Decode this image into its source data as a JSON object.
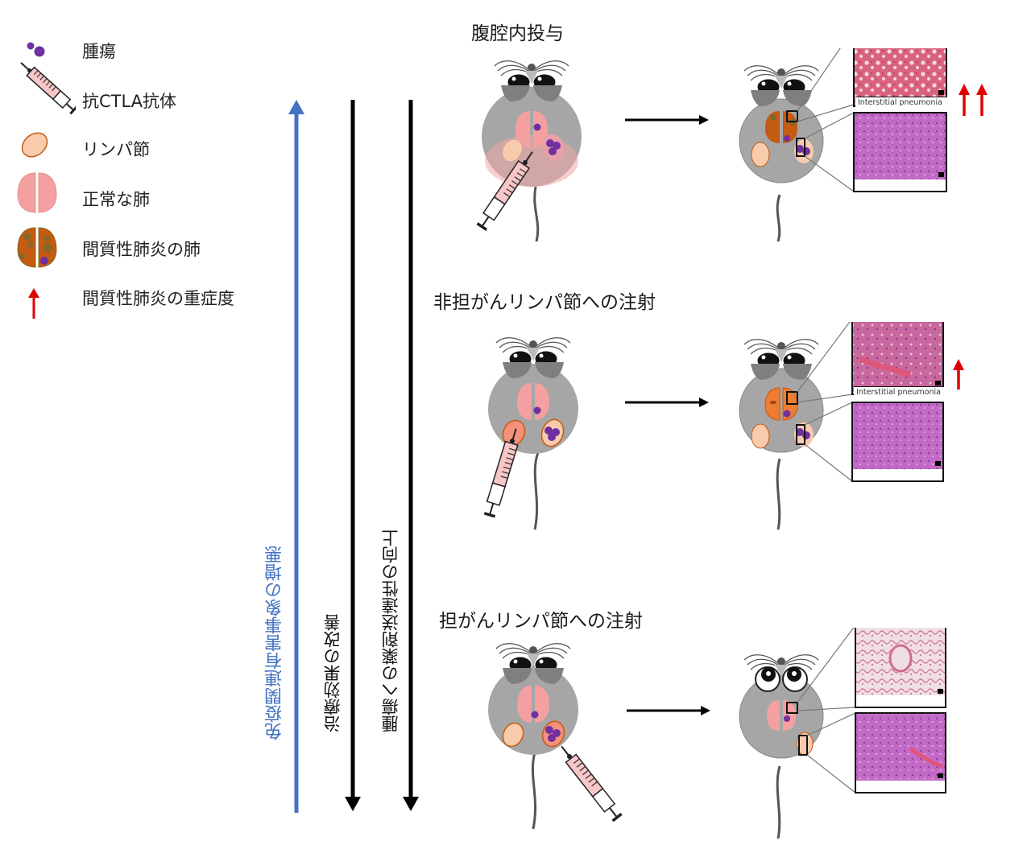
{
  "legend": {
    "items": [
      {
        "icon": "tumor-icon",
        "label": "腫瘍"
      },
      {
        "icon": "syringe-icon",
        "label": "抗CTLA抗体"
      },
      {
        "icon": "lymph-node-icon",
        "label": "リンパ節"
      },
      {
        "icon": "normal-lung-icon",
        "label": "正常な肺"
      },
      {
        "icon": "pneumonia-lung-icon",
        "label": "間質性肺炎の肺"
      },
      {
        "icon": "red-up-arrow-icon",
        "label": "間質性肺炎の重症度"
      }
    ]
  },
  "axes": {
    "adverse_events": {
      "label": "免疫関連有害事象の増悪",
      "direction": "up",
      "color": "#4472c4"
    },
    "therapeutic_effect": {
      "label": "治療効果の改善",
      "direction": "down",
      "color": "#000000"
    },
    "drug_delivery": {
      "label": "腫瘍への薬剤送達性の向上",
      "direction": "down",
      "color": "#000000"
    }
  },
  "rows": [
    {
      "title": "腹腔内投与",
      "injection_site": "peritoneal",
      "outcome_lung": "interstitial-pneumonia",
      "micrograph_top_caption": "Interstitial pneumonia",
      "severity_arrows": 2
    },
    {
      "title": "非担がんリンパ節への注射",
      "injection_site": "non-tumor-lymph-node",
      "outcome_lung": "interstitial-pneumonia",
      "micrograph_top_caption": "Interstitial pneumonia",
      "severity_arrows": 1
    },
    {
      "title": "担がんリンパ節への注射",
      "injection_site": "tumor-bearing-lymph-node",
      "outcome_lung": "normal",
      "micrograph_top_caption": "",
      "severity_arrows": 0
    }
  ],
  "colors": {
    "tumor": "#7030a0",
    "lymph_node": "#f8cbad",
    "lymph_node_border": "#c55a11",
    "normal_lung": "#f4a0a0",
    "pneumonia_lung": "#c55a11",
    "mouse_body": "#a6a6a6",
    "severity_arrow": "#e00000",
    "blue_axis": "#4472c4"
  }
}
